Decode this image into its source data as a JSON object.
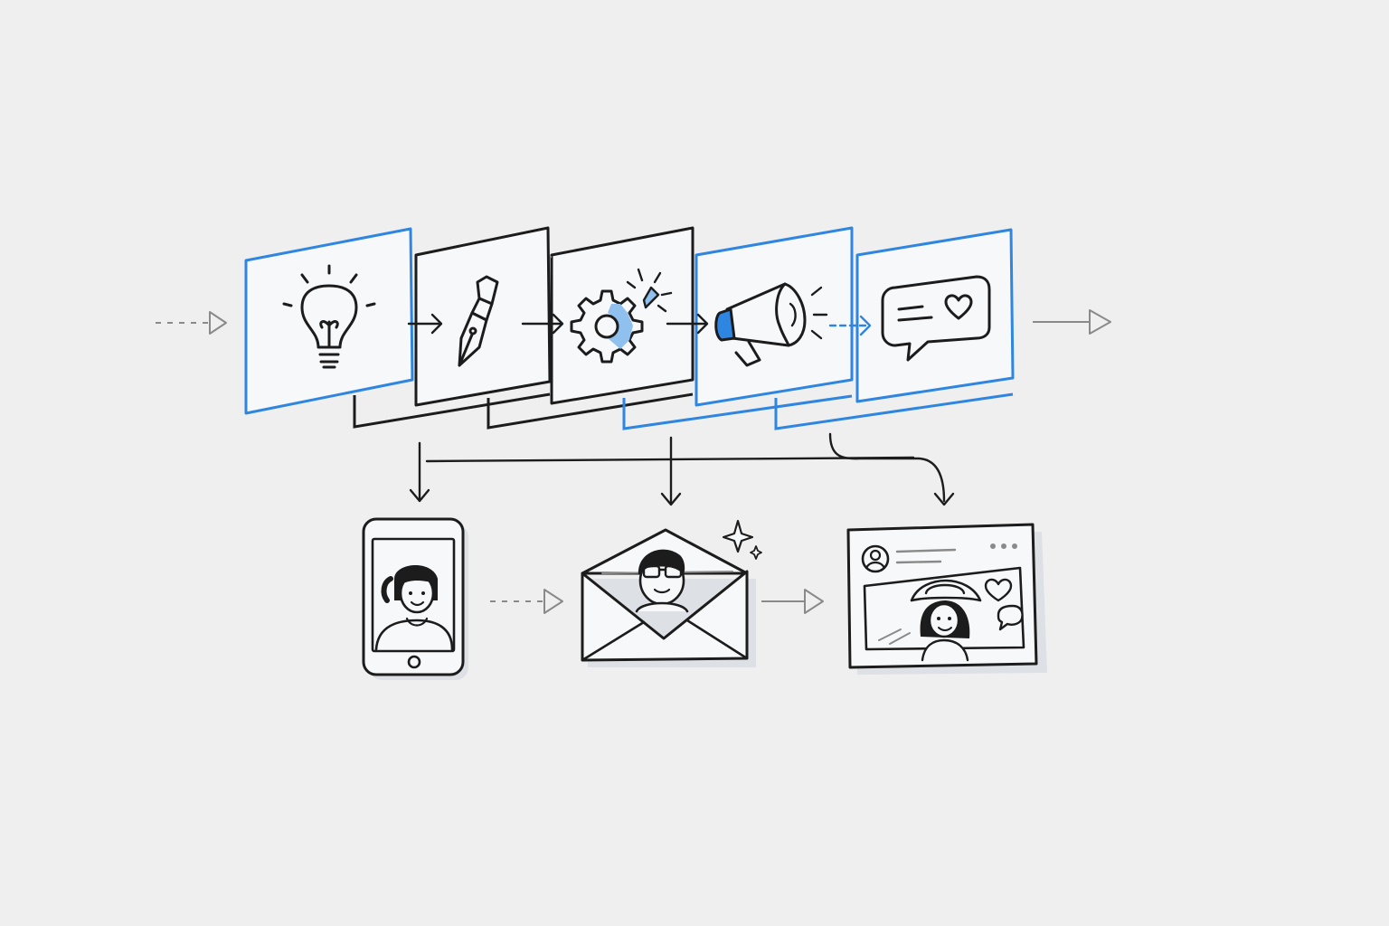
{
  "colors": {
    "background": "#efefef",
    "ink": "#1c1c1c",
    "accent_blue": "#2f86e0",
    "light_blue": "#8fc0ee",
    "gray_arrow": "#8a8a8a",
    "shadow": "#d9dde3"
  },
  "stages": [
    {
      "id": "ideation",
      "icon": "lightbulb-icon",
      "frame": "blue"
    },
    {
      "id": "creation",
      "icon": "fountain-pen-icon",
      "frame": "black"
    },
    {
      "id": "processing",
      "icon": "gear-sparkle-icon",
      "frame": "black"
    },
    {
      "id": "promotion",
      "icon": "megaphone-icon",
      "frame": "blue"
    },
    {
      "id": "engagement",
      "icon": "chat-heart-icon",
      "frame": "blue"
    }
  ],
  "channels": [
    {
      "id": "mobile",
      "icon": "smartphone-person-icon"
    },
    {
      "id": "email",
      "icon": "envelope-person-icon"
    },
    {
      "id": "social",
      "icon": "social-post-icon"
    }
  ]
}
